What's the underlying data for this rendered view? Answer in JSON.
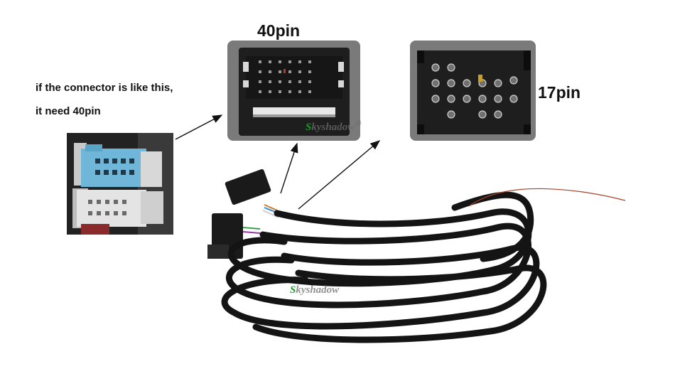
{
  "labels": {
    "pin40": "40pin",
    "pin17": "17pin",
    "note_line1": "if the connector is like this,",
    "note_line2": "it need 40pin"
  },
  "watermark": {
    "initial": "S",
    "rest": "kyshadow",
    "mark": "®"
  },
  "colors": {
    "panel": "#7a7a7a",
    "connector_body": "#1e1e1e",
    "cable": "#141414",
    "blue_plug": "#6fb6d8",
    "watermark_green": "#1c9a2a"
  },
  "icons": [
    "arrow-icon",
    "connector-40pin-icon",
    "connector-17pin-icon",
    "cable-harness-icon"
  ]
}
